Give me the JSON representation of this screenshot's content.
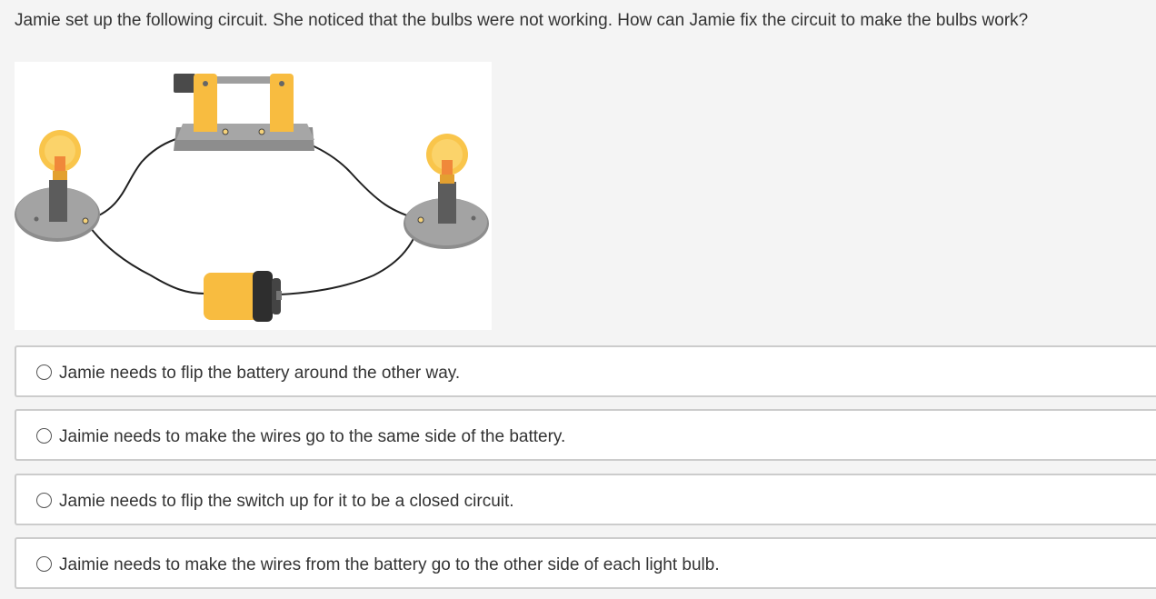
{
  "question": {
    "text": "Jamie set up the following circuit. She noticed that the bulbs were not working. How can Jamie fix the circuit to make the bulbs work?"
  },
  "figure": {
    "icons": [
      "knife-switch-open",
      "light-bulb",
      "light-bulb",
      "battery"
    ],
    "colors": {
      "bulb_glass": "#f9c54b",
      "filament": "#f0883a",
      "base_gray": "#8d8d8d",
      "socket_dark": "#5c5c5c",
      "battery_body": "#f8bc40",
      "battery_cap": "#2e2e2e",
      "wire": "#222222"
    }
  },
  "options": [
    {
      "label": "Jamie needs to flip the battery around the other way."
    },
    {
      "label": "Jaimie needs to make the wires go to the same side of the battery."
    },
    {
      "label": "Jamie needs to flip the switch up for it to be a closed circuit."
    },
    {
      "label": "Jaimie needs to make the wires from the battery go to the other side of each light bulb."
    }
  ]
}
